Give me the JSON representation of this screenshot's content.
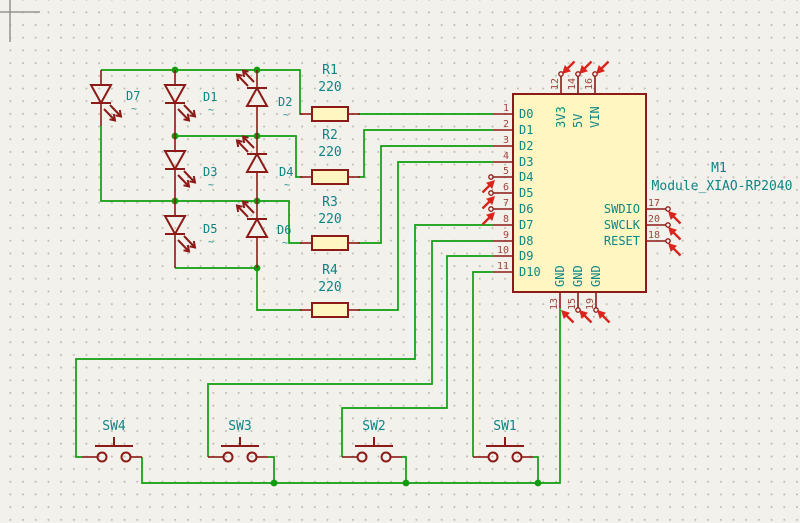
{
  "editor": {
    "background_color": "#F2F1EC",
    "grid_dot_color": "#BDBBB0",
    "wire_color": "#0F9D0F",
    "symbol_color": "#8C1A16",
    "symbol_fill_color": "#FFF6C2",
    "text_color": "#0E8585",
    "pin_number_color": "#A2463B",
    "erc_marker_color": "#DA251D"
  },
  "module": {
    "reference": "M1",
    "value": "Module_XIAO-RP2040",
    "left_pins": [
      {
        "number": "1",
        "name": "D0"
      },
      {
        "number": "2",
        "name": "D1"
      },
      {
        "number": "3",
        "name": "D2"
      },
      {
        "number": "4",
        "name": "D3"
      },
      {
        "number": "5",
        "name": "D4"
      },
      {
        "number": "6",
        "name": "D5"
      },
      {
        "number": "7",
        "name": "D6"
      },
      {
        "number": "8",
        "name": "D7"
      },
      {
        "number": "9",
        "name": "D8"
      },
      {
        "number": "10",
        "name": "D9"
      },
      {
        "number": "11",
        "name": "D10"
      }
    ],
    "top_pins": [
      {
        "number": "12",
        "name": "3V3"
      },
      {
        "number": "14",
        "name": "5V"
      },
      {
        "number": "16",
        "name": "VIN"
      }
    ],
    "bottom_pins": [
      {
        "number": "13",
        "name": "GND"
      },
      {
        "number": "15",
        "name": "GND"
      },
      {
        "number": "19",
        "name": "GND"
      }
    ],
    "right_pins": [
      {
        "number": "17",
        "name": "SWDIO"
      },
      {
        "number": "20",
        "name": "SWCLK"
      },
      {
        "number": "18",
        "name": "RESET"
      }
    ]
  },
  "resistors": [
    {
      "reference": "R1",
      "value": "220"
    },
    {
      "reference": "R2",
      "value": "220"
    },
    {
      "reference": "R3",
      "value": "220"
    },
    {
      "reference": "R4",
      "value": "220"
    }
  ],
  "leds": [
    {
      "reference": "D7",
      "value": "~"
    },
    {
      "reference": "D1",
      "value": "~"
    },
    {
      "reference": "D2",
      "value": "~"
    },
    {
      "reference": "D3",
      "value": "~"
    },
    {
      "reference": "D4",
      "value": "~"
    },
    {
      "reference": "D5",
      "value": "~"
    },
    {
      "reference": "D6",
      "value": "~"
    }
  ],
  "switches": [
    {
      "reference": "SW4"
    },
    {
      "reference": "SW3"
    },
    {
      "reference": "SW2"
    },
    {
      "reference": "SW1"
    }
  ]
}
